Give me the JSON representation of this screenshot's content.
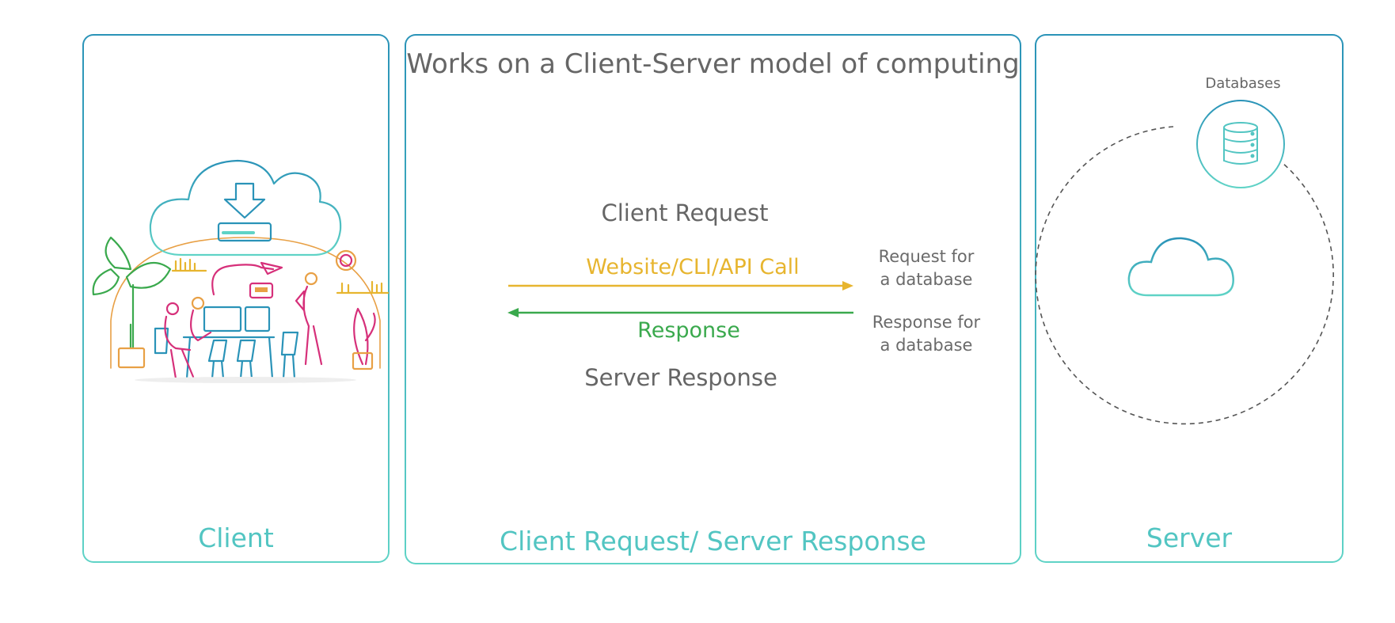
{
  "client": {
    "label": "Client"
  },
  "middle": {
    "title": "Works on a Client-Server model of computing",
    "label": "Client Request/ Server Response",
    "client_request": "Client Request",
    "call": "Website/CLI/API Call",
    "response": "Response",
    "server_response": "Server Response",
    "request_db_line1": "Request for",
    "request_db_line2": "a database",
    "response_db_line1": "Response for",
    "response_db_line2": "a database"
  },
  "server": {
    "label": "Server",
    "databases": "Databases"
  },
  "colors": {
    "teal": "#52c5c2",
    "blue": "#2a93b8",
    "yellow": "#e7b52f",
    "green": "#3aa94d",
    "magenta": "#d6307a",
    "orange": "#e8a045",
    "gray": "#6a6a6a"
  },
  "icons": [
    "cloud-download-icon",
    "team-workspace-illustration",
    "database-icon",
    "cloud-icon"
  ]
}
